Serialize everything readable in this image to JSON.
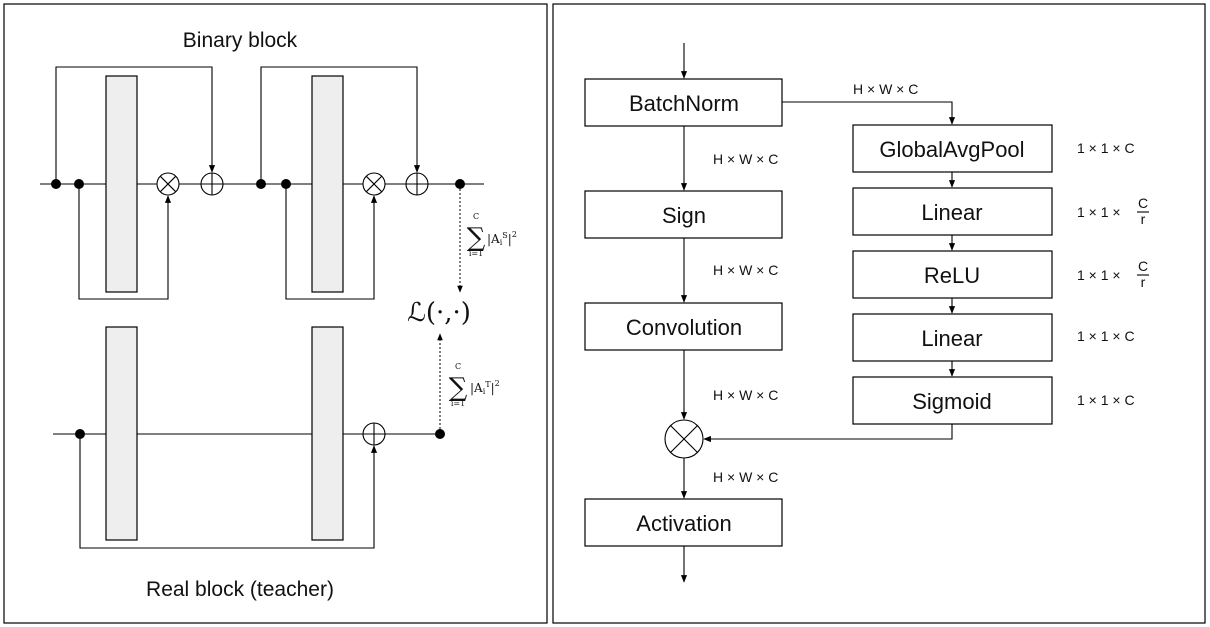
{
  "left_panel": {
    "title_top": "Binary block",
    "title_bottom": "Real block (teacher)",
    "loss": "ℒ(·,·)",
    "student_sum": {
      "upper": "C",
      "lower": "i=1",
      "body": "|A",
      "sub": "i",
      "sup": "S",
      "tail": "|",
      "power": "2"
    },
    "teacher_sum": {
      "upper": "C",
      "lower": "i=1",
      "body": "|A",
      "sub": "i",
      "sup": "T",
      "tail": "|",
      "power": "2"
    }
  },
  "right_panel": {
    "boxes": {
      "batchnorm": "BatchNorm",
      "sign": "Sign",
      "convolution": "Convolution",
      "activation": "Activation",
      "globalavgpool": "GlobalAvgPool",
      "linear1": "Linear",
      "relu": "ReLU",
      "linear2": "Linear",
      "sigmoid": "Sigmoid"
    },
    "dims": {
      "top": "H × W × C",
      "after_bn": "H × W × C",
      "after_sign": "H × W × C",
      "after_conv": "H × W × C",
      "after_mult": "H × W × C",
      "gap": "1 × 1 × C",
      "linear1_prefix": "1 × 1 ×",
      "linear1_num": "C",
      "linear1_den": "r",
      "relu_prefix": "1 × 1 ×",
      "relu_num": "C",
      "relu_den": "r",
      "linear2": "1 × 1 × C",
      "sigmoid": "1 × 1 × C"
    }
  }
}
